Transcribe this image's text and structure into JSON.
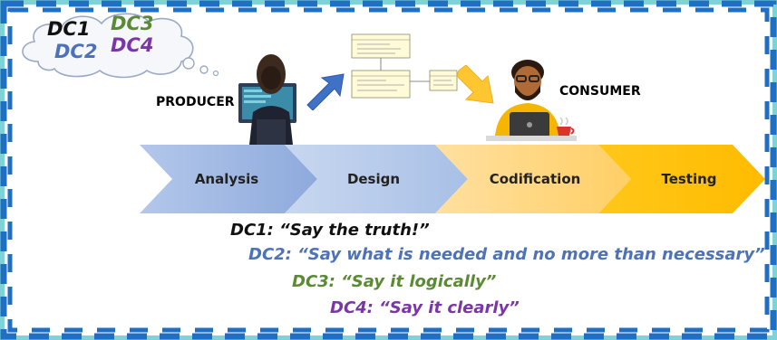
{
  "cloud": {
    "dc1": "DC1",
    "dc2": "DC2",
    "dc3": "DC3",
    "dc4": "DC4"
  },
  "roles": {
    "producer": "PRODUCER",
    "consumer": "CONSUMER"
  },
  "stages": [
    "Analysis",
    "Design",
    "Codification",
    "Testing"
  ],
  "maxims": {
    "dc1": "DC1: “Say the truth!”",
    "dc2": "DC2: “Say what is needed and no more than necessary”",
    "dc3": "DC3: “Say it logically”",
    "dc4": "DC4: “Say it clearly”"
  },
  "colors": {
    "frame_dash": "#1f6fc5",
    "frame_teal": "#7fd3d6",
    "dc1": "#111111",
    "dc2": "#4d72b8",
    "dc3": "#5a8a36",
    "dc4": "#7a35a8",
    "stage_blue_light": "#c3d3ee",
    "stage_blue": "#9ab6e2",
    "stage_yellow_light": "#ffd98a",
    "stage_yellow": "#ffc000"
  },
  "icons": [
    "thought-cloud-icon",
    "person-at-computer-icon",
    "uml-diagram-icon",
    "blue-arrow-icon",
    "yellow-arrow-icon",
    "developer-at-laptop-icon",
    "coffee-cup-icon"
  ]
}
